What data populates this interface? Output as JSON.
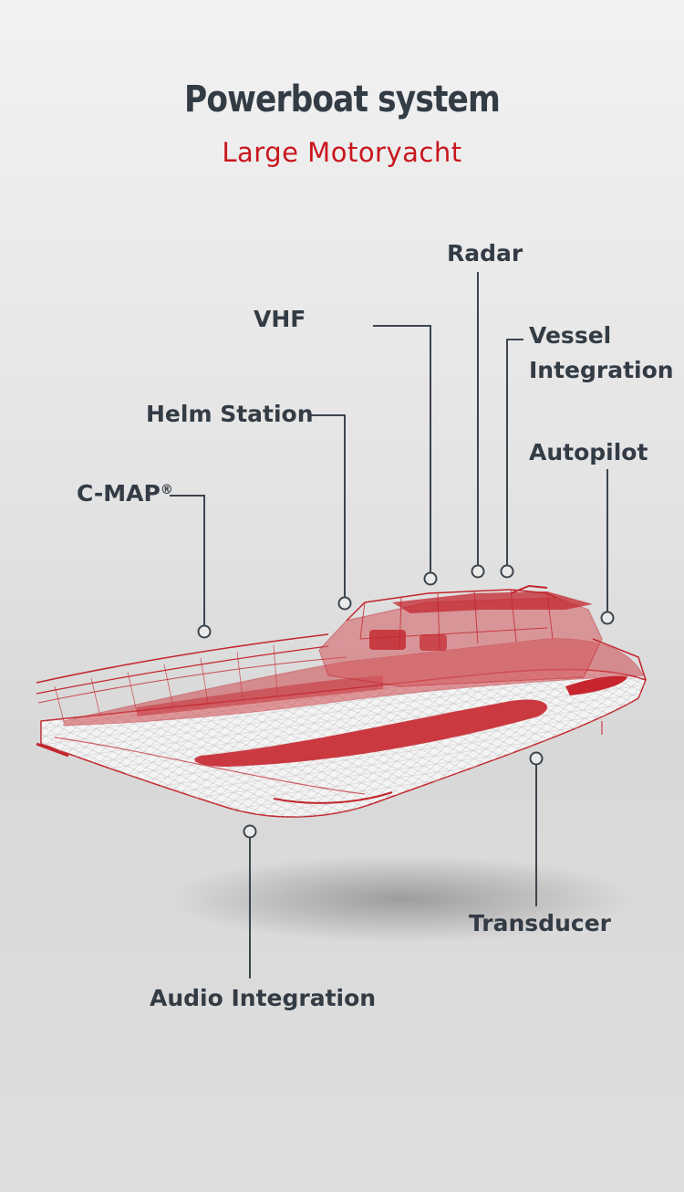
{
  "header": {
    "title": "Powerboat system",
    "subtitle": "Large Motoryacht"
  },
  "callouts": {
    "radar": "Radar",
    "vhf": "VHF",
    "vessel_integration_line1": "Vessel",
    "vessel_integration_line2": "Integration",
    "helm_station": "Helm Station",
    "autopilot": "Autopilot",
    "cmap": "C-MAP",
    "cmap_mark": "®",
    "transducer": "Transducer",
    "audio_integration": "Audio Integration"
  },
  "colors": {
    "title": "#333c45",
    "accent": "#c8161d",
    "line": "#3d454d"
  }
}
